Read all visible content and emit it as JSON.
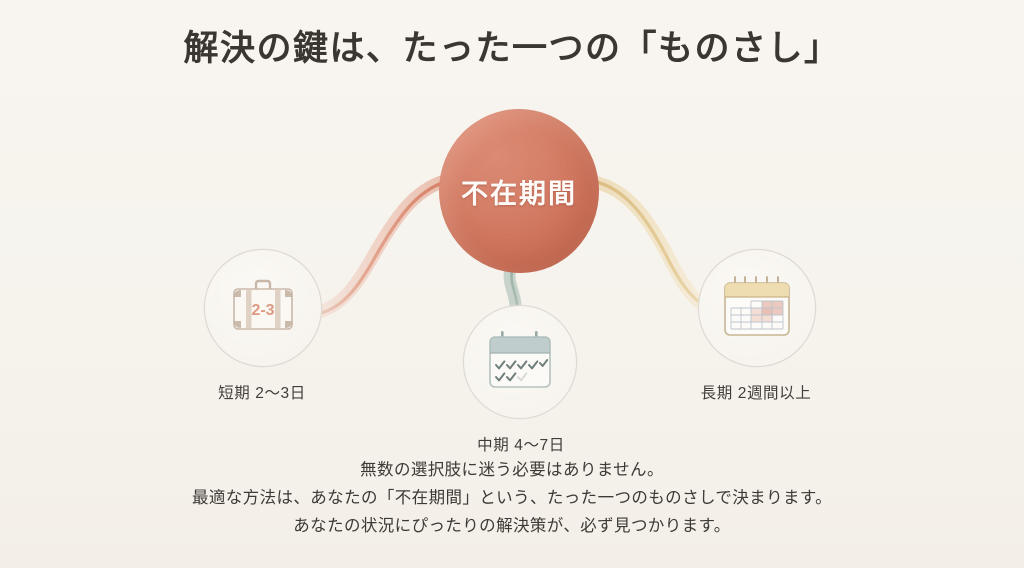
{
  "slide": {
    "title": "解決の鍵は、たった一つの「ものさし」",
    "background_color": "#f7f4ef",
    "text_color": "#3b3733"
  },
  "hub": {
    "label": "不在期間",
    "color": "#cf7159",
    "text_color": "#fdfaf7"
  },
  "nodes": [
    {
      "id": "short",
      "icon": "suitcase-icon",
      "icon_badge": "2-3",
      "label": "短期 2〜3日",
      "accent_color": "#d99c80",
      "connector_color": "#e4a793"
    },
    {
      "id": "medium",
      "icon": "calendar-check-icon",
      "icon_badge": "",
      "label": "中期 4〜7日",
      "accent_color": "#9db5b2",
      "connector_color": "#9fb3ab"
    },
    {
      "id": "long",
      "icon": "wall-calendar-icon",
      "icon_badge": "",
      "label": "長期 2週間以上",
      "accent_color": "#e0c188",
      "connector_color": "#e8cf9c"
    }
  ],
  "caption": {
    "line1": "無数の選択肢に迷う必要はありません。",
    "line2": "最適な方法は、あなたの「不在期間」という、たった一つのものさしで決まります。",
    "line3": "あなたの状況にぴったりの解決策が、必ず見つかります。"
  }
}
